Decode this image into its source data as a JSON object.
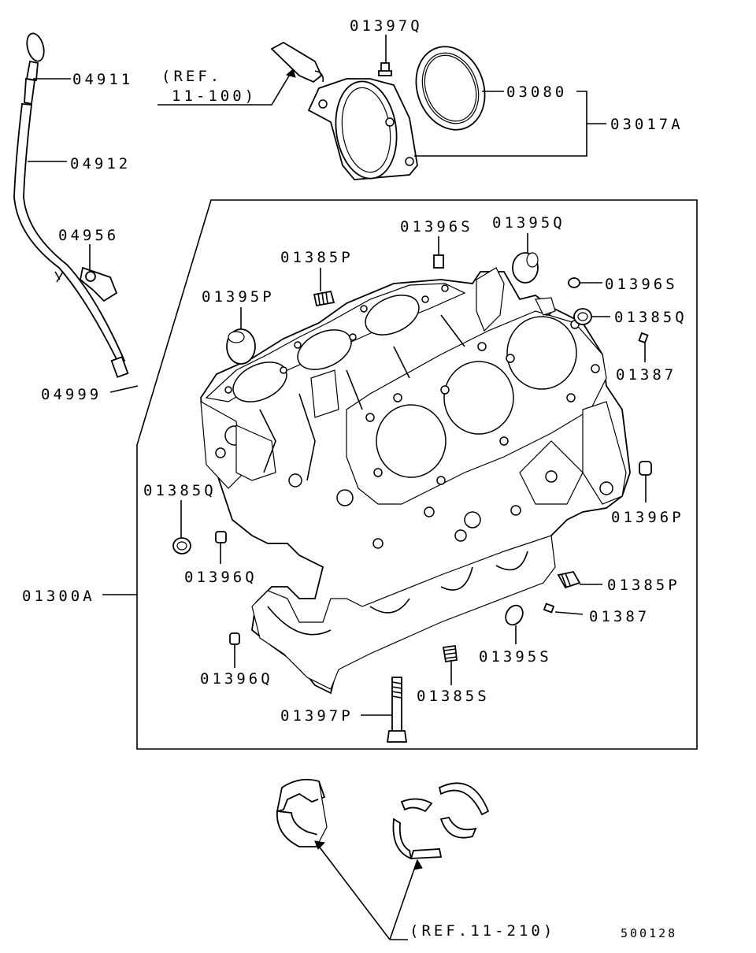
{
  "labels": {
    "p04911": "04911",
    "p04912": "04912",
    "p04956": "04956",
    "p04999": "04999",
    "ref_11_100_a": "(REF.",
    "ref_11_100_b": "11-100)",
    "p01397Q": "01397Q",
    "p03080": "03080",
    "p03017A": "03017A",
    "p01396S_top": "01396S",
    "p01395Q": "01395Q",
    "p01385P_top": "01385P",
    "p01396S_right": "01396S",
    "p01385Q_right": "01385Q",
    "p01395P": "01395P",
    "p01387_top": "01387",
    "p01396P": "01396P",
    "p01385Q_left": "01385Q",
    "p01396Q_mid": "01396Q",
    "p01385P_right": "01385P",
    "p01300A": "01300A",
    "p01387_bottom": "01387",
    "p01395S": "01395S",
    "p01396Q_bottom": "01396Q",
    "p01385S": "01385S",
    "p01397P": "01397P",
    "ref_11_210": "(REF.11-210)",
    "diagram_no": "500128"
  }
}
